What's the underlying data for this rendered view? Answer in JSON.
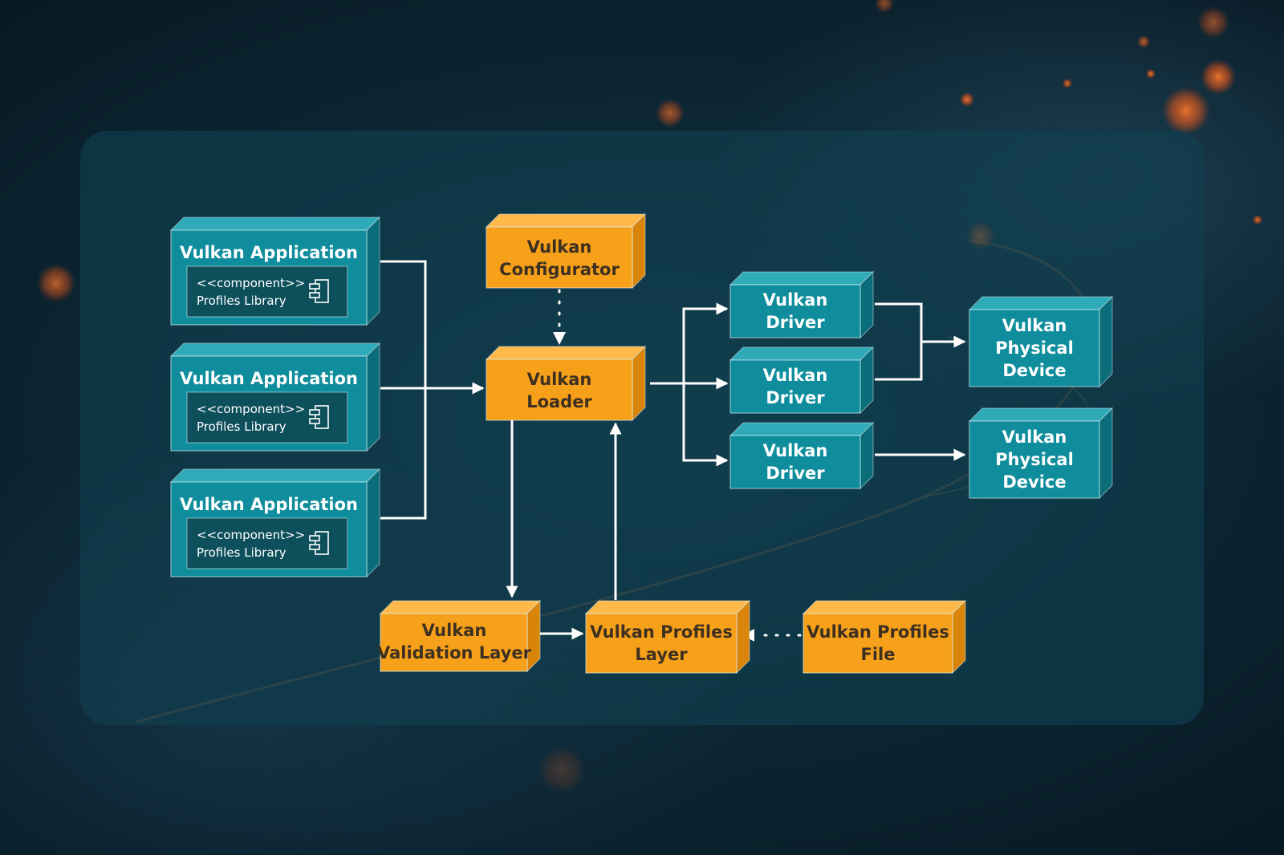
{
  "colors": {
    "teal_face": "#0f8d9c",
    "teal_top": "#2eaab8",
    "teal_side": "#0b6d79",
    "orange_face": "#f7a01a",
    "orange_top": "#ffb84a",
    "orange_side": "#d9850b",
    "inner_box": "#0e4f5c",
    "connector": "#ffffff"
  },
  "applications": [
    {
      "title": "Vulkan Application",
      "stereotype": "<<component>>",
      "library": "Profiles Library",
      "icon": "component-icon"
    },
    {
      "title": "Vulkan Application",
      "stereotype": "<<component>>",
      "library": "Profiles Library",
      "icon": "component-icon"
    },
    {
      "title": "Vulkan Application",
      "stereotype": "<<component>>",
      "library": "Profiles Library",
      "icon": "component-icon"
    }
  ],
  "configurator": {
    "lines": [
      "Vulkan",
      "Configurator"
    ]
  },
  "loader": {
    "lines": [
      "Vulkan",
      "Loader"
    ]
  },
  "drivers": [
    {
      "lines": [
        "Vulkan",
        "Driver"
      ]
    },
    {
      "lines": [
        "Vulkan",
        "Driver"
      ]
    },
    {
      "lines": [
        "Vulkan",
        "Driver"
      ]
    }
  ],
  "devices": [
    {
      "lines": [
        "Vulkan",
        "Physical",
        "Device"
      ]
    },
    {
      "lines": [
        "Vulkan",
        "Physical",
        "Device"
      ]
    }
  ],
  "validation_layer": {
    "lines": [
      "Vulkan",
      "Validation Layer"
    ]
  },
  "profiles_layer": {
    "lines": [
      "Vulkan Profiles",
      "Layer"
    ]
  },
  "profiles_file": {
    "lines": [
      "Vulkan Profiles",
      "File"
    ]
  }
}
